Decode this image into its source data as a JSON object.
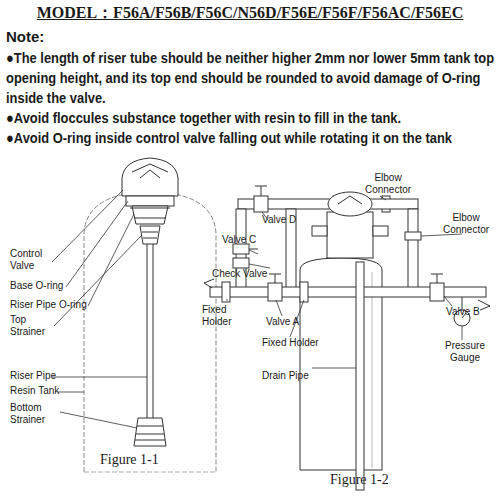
{
  "diagram": {
    "title": "MODEL：F56A/F56B/F56C/N56D/F56E/F56F/F56AC/F56EC",
    "labels": [
      "Note:",
      "●The length of riser tube should be neither higher 2mm nor lower 5mm tank top opening height, and its top end should be rounded to avoid damage of O-ring inside the valve.",
      "●Avoid floccules substance together with resin to fill in the tank.",
      "●Avoid O-ring inside control valve falling out while rotating it on the tank",
      "Control Valve",
      "Base O-ring",
      "Riser Pipe O-ring",
      "Top Strainer",
      "Riser Pipe",
      "Resin Tank",
      "Bottom Strainer",
      "Figure 1-1",
      "Valve D",
      "Elbow Connector",
      "Elbow Connector",
      "Valve C",
      "Check Valve",
      "Fixed Holder",
      "Valve A",
      "Fixed Holder",
      "Valve B",
      "Pressure Gauge",
      "Drain Pipe",
      "Figure 1-2"
    ]
  }
}
